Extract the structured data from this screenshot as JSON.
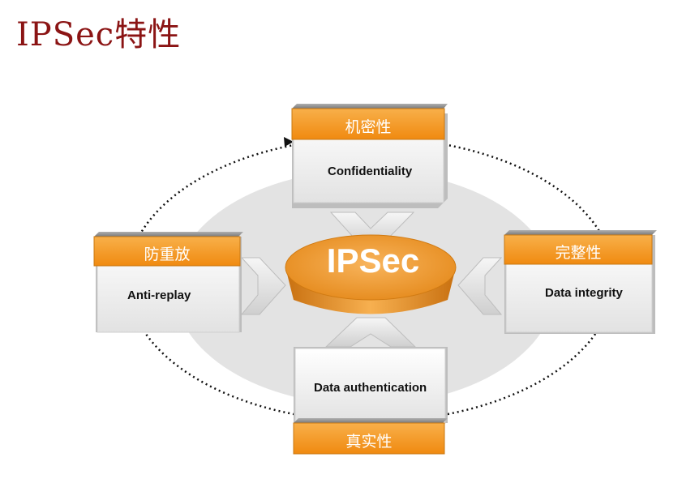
{
  "title": "IPSec特性",
  "center_label": "IPSec",
  "features": {
    "top": {
      "header": "机密性",
      "body": "Confidentiality"
    },
    "left": {
      "header": "防重放",
      "body": "Anti-replay"
    },
    "right": {
      "header": "完整性",
      "body": "Data integrity"
    },
    "bottom": {
      "header": "真实性",
      "body": "Data authentication"
    }
  },
  "colors": {
    "title": "#8b1414",
    "header_orange": "#f39a1f",
    "center_orange": "#f0a040"
  }
}
